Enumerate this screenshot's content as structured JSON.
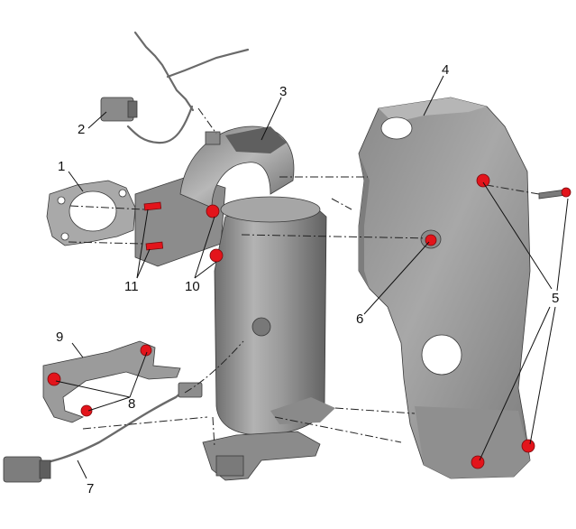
{
  "callouts": [
    {
      "id": "1",
      "label": "1"
    },
    {
      "id": "2",
      "label": "2"
    },
    {
      "id": "3",
      "label": "3"
    },
    {
      "id": "4",
      "label": "4"
    },
    {
      "id": "5",
      "label": "5"
    },
    {
      "id": "6",
      "label": "6"
    },
    {
      "id": "7",
      "label": "7"
    },
    {
      "id": "8",
      "label": "8"
    },
    {
      "id": "9",
      "label": "9"
    },
    {
      "id": "10",
      "label": "10"
    },
    {
      "id": "11",
      "label": "11"
    }
  ],
  "colors": {
    "part_fill": "#9a9a9a",
    "part_dark": "#6f6f6f",
    "part_light": "#c4c4c4",
    "fastener": "#e3141b",
    "line": "#111111"
  }
}
